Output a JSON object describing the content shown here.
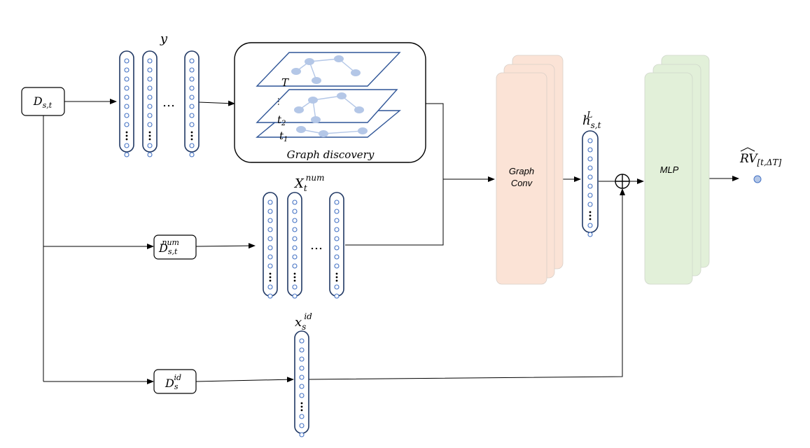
{
  "diagram": {
    "nodes": {
      "d_st": {
        "base": "D",
        "sub": "s,t",
        "sup": ""
      },
      "d_num": {
        "base": "D",
        "sub": "s,t",
        "sup": "num"
      },
      "d_id": {
        "base": "D",
        "sub": "s",
        "sup": "id"
      }
    },
    "vectors": {
      "y_label": "y",
      "xnum_label": {
        "base": "X",
        "sub": "t",
        "sup": "num"
      },
      "xid_label": {
        "base": "x",
        "sub": "s",
        "sup": "id"
      },
      "h_label": {
        "base": "h",
        "sub": "s,t",
        "sup": "L"
      },
      "ellipsis": "…"
    },
    "graph_discovery": {
      "title": "Graph discovery",
      "layers": [
        {
          "base": "T",
          "sub": ""
        },
        {
          "base": "t",
          "sub": "2"
        },
        {
          "base": "t",
          "sub": "1"
        }
      ]
    },
    "graph_conv": {
      "line1": "Graph",
      "line2": "Conv",
      "color": "#fbe3d6"
    },
    "mlp": {
      "label": "MLP",
      "color": "#e2f0d9"
    },
    "output": {
      "base": "RV",
      "sub": "[t,ΔT]"
    },
    "combine_symbol": "⊕",
    "colors": {
      "vector_stroke": "#203864",
      "dot_stroke": "#4472c4",
      "layer_stroke": "#2f5597",
      "graph_node": "#b4c7e7",
      "arrow": "#000000"
    }
  }
}
